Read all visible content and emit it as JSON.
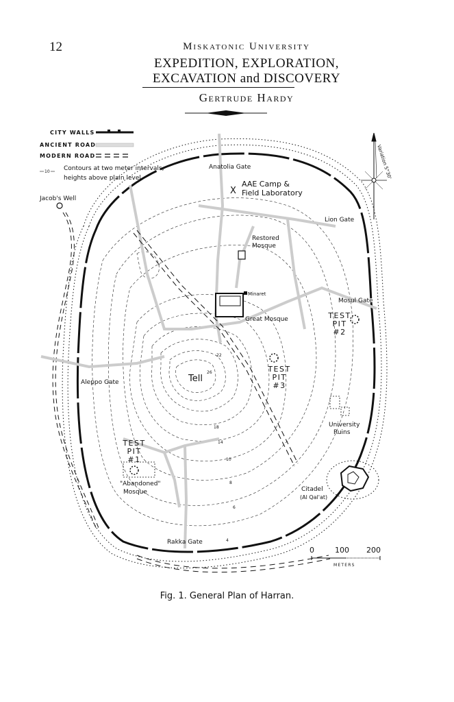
{
  "page_number": "12",
  "running_head": "Miskatonic University",
  "title_line1": "EXPEDITION, EXPLORATION,",
  "title_line2": "EXCAVATION and DISCOVERY",
  "author": "Gertrude Hardy",
  "legend": {
    "city_walls": "CITY WALLS",
    "ancient_road": "ANCIENT ROAD",
    "modern_road": "MODERN ROAD",
    "contour_sample": "10",
    "contours_line1": "Contours at two meter intervals,",
    "contours_line2": "heights above plain level"
  },
  "compass": {
    "variation": "Variation 5°30'"
  },
  "labels": {
    "jacobs_well": "Jacob's Well",
    "anatolia_gate": "Anatolia Gate",
    "camp_line1": "AAE Camp &",
    "camp_line2": "Field Laboratory",
    "camp_mark": "X",
    "lion_gate": "Lion Gate",
    "restored_mosque_1": "Restored",
    "restored_mosque_2": "Mosque",
    "minaret": "Minaret",
    "great_mosque": "Great Mosque",
    "mosul_gate": "Mosul Gate",
    "tell": "Tell",
    "aleppo_gate": "Aleppo Gate",
    "university_ruins_1": "University",
    "university_ruins_2": "Ruins",
    "abandoned_mosque_1": "\"Abandoned\"",
    "abandoned_mosque_2": "Mosque",
    "citadel_1": "Citadel",
    "citadel_2": "(Al Qal'at)",
    "rakka_gate": "Rakka Gate"
  },
  "test_pits": [
    {
      "l1": "TEST",
      "l2": "PIT",
      "l3": "#1"
    },
    {
      "l1": "TEST",
      "l2": "PIT",
      "l3": "#2"
    },
    {
      "l1": "TEST",
      "l2": "PIT",
      "l3": "#3"
    }
  ],
  "contour_values": [
    "4",
    "6",
    "8",
    "10",
    "14",
    "18",
    "22",
    "26"
  ],
  "scale": {
    "zero": "0",
    "mid": "100",
    "max": "200",
    "unit": "METERS"
  },
  "caption": "Fig. 1. General Plan of Harran."
}
